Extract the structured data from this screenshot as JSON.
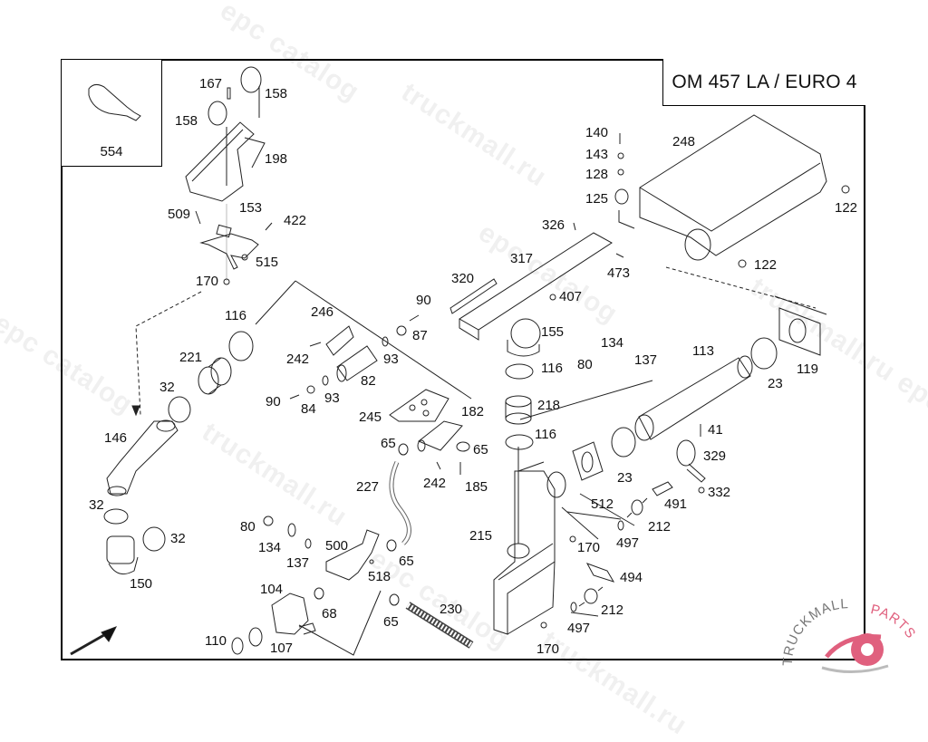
{
  "diagram": {
    "title": "OM 457 LA / EURO 4",
    "inset_part": "554",
    "watermarks": [
      "epc catalog",
      "truckmall.ru",
      "epc catalog",
      "truckmall.ru",
      "epc catalog",
      "truckmall.ru epc catalog",
      "truckmall.ru"
    ],
    "logo": {
      "text_left": "TRUCKMALL",
      "text_right": "PARTS",
      "accent_color": "#e0607e",
      "text_color": "#777777"
    },
    "callouts": [
      {
        "id": "167",
        "text": "167"
      },
      {
        "id": "158a",
        "text": "158"
      },
      {
        "id": "158b",
        "text": "158"
      },
      {
        "id": "198",
        "text": "198"
      },
      {
        "id": "509",
        "text": "509"
      },
      {
        "id": "153",
        "text": "153"
      },
      {
        "id": "422",
        "text": "422"
      },
      {
        "id": "515",
        "text": "515"
      },
      {
        "id": "170a",
        "text": "170"
      },
      {
        "id": "116a",
        "text": "116"
      },
      {
        "id": "221",
        "text": "221"
      },
      {
        "id": "32a",
        "text": "32"
      },
      {
        "id": "146",
        "text": "146"
      },
      {
        "id": "32b",
        "text": "32"
      },
      {
        "id": "32c",
        "text": "32"
      },
      {
        "id": "150",
        "text": "150"
      },
      {
        "id": "246",
        "text": "246"
      },
      {
        "id": "242a",
        "text": "242"
      },
      {
        "id": "93a",
        "text": "93"
      },
      {
        "id": "82",
        "text": "82"
      },
      {
        "id": "90a",
        "text": "90"
      },
      {
        "id": "84",
        "text": "84"
      },
      {
        "id": "93b",
        "text": "93"
      },
      {
        "id": "90b",
        "text": "90"
      },
      {
        "id": "87",
        "text": "87"
      },
      {
        "id": "320",
        "text": "320"
      },
      {
        "id": "317",
        "text": "317"
      },
      {
        "id": "326",
        "text": "326"
      },
      {
        "id": "473",
        "text": "473"
      },
      {
        "id": "407",
        "text": "407"
      },
      {
        "id": "140",
        "text": "140"
      },
      {
        "id": "143",
        "text": "143"
      },
      {
        "id": "128",
        "text": "128"
      },
      {
        "id": "125",
        "text": "125"
      },
      {
        "id": "248",
        "text": "248"
      },
      {
        "id": "122a",
        "text": "122"
      },
      {
        "id": "122b",
        "text": "122"
      },
      {
        "id": "155",
        "text": "155"
      },
      {
        "id": "116b",
        "text": "116"
      },
      {
        "id": "218",
        "text": "218"
      },
      {
        "id": "116c",
        "text": "116"
      },
      {
        "id": "80a",
        "text": "80"
      },
      {
        "id": "134a",
        "text": "134"
      },
      {
        "id": "137a",
        "text": "137"
      },
      {
        "id": "113",
        "text": "113"
      },
      {
        "id": "23a",
        "text": "23"
      },
      {
        "id": "119",
        "text": "119"
      },
      {
        "id": "41",
        "text": "41"
      },
      {
        "id": "329",
        "text": "329"
      },
      {
        "id": "332",
        "text": "332"
      },
      {
        "id": "23b",
        "text": "23"
      },
      {
        "id": "512",
        "text": "512"
      },
      {
        "id": "491",
        "text": "491"
      },
      {
        "id": "212a",
        "text": "212"
      },
      {
        "id": "497a",
        "text": "497"
      },
      {
        "id": "170b",
        "text": "170"
      },
      {
        "id": "494",
        "text": "494"
      },
      {
        "id": "212b",
        "text": "212"
      },
      {
        "id": "497b",
        "text": "497"
      },
      {
        "id": "170c",
        "text": "170"
      },
      {
        "id": "215",
        "text": "215"
      },
      {
        "id": "245",
        "text": "245"
      },
      {
        "id": "182",
        "text": "182"
      },
      {
        "id": "65a",
        "text": "65"
      },
      {
        "id": "65b",
        "text": "65"
      },
      {
        "id": "242b",
        "text": "242"
      },
      {
        "id": "185",
        "text": "185"
      },
      {
        "id": "227",
        "text": "227"
      },
      {
        "id": "80b",
        "text": "80"
      },
      {
        "id": "134b",
        "text": "134"
      },
      {
        "id": "137b",
        "text": "137"
      },
      {
        "id": "500",
        "text": "500"
      },
      {
        "id": "518",
        "text": "518"
      },
      {
        "id": "65c",
        "text": "65"
      },
      {
        "id": "104",
        "text": "104"
      },
      {
        "id": "68",
        "text": "68"
      },
      {
        "id": "65d",
        "text": "65"
      },
      {
        "id": "230",
        "text": "230"
      },
      {
        "id": "110",
        "text": "110"
      },
      {
        "id": "107",
        "text": "107"
      }
    ]
  }
}
